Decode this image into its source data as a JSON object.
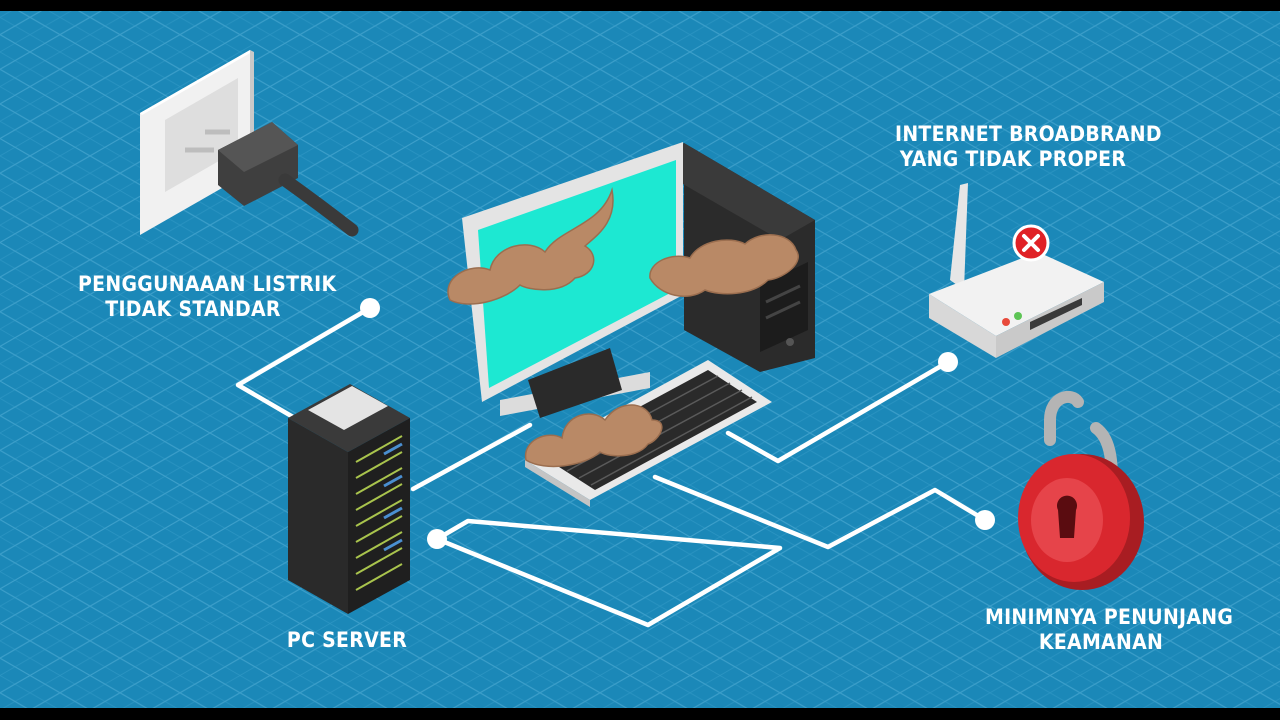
{
  "labels": {
    "power": {
      "line1": "PENGGUNAAAN LISTRIK",
      "line2": "TIDAK STANDAR"
    },
    "internet": {
      "line1": "INTERNET BROADBRAND",
      "line2": "YANG TIDAK PROPER"
    },
    "server": {
      "line1": "PC SERVER"
    },
    "security": {
      "line1": "MINIMNYA PENUNJANG",
      "line2": "KEAMANAN"
    }
  },
  "colors": {
    "background": "#1b88b8",
    "grid": "#3a9cc7",
    "connector": "#ffffff",
    "screen": "#1de8d2",
    "smoke": "#b98966",
    "lock": "#d9272e",
    "router_alert": "#e02126",
    "letterbox": "#000000"
  },
  "icons": [
    "wall-socket-icon",
    "power-plug-icon",
    "desktop-computer-icon",
    "keyboard-icon",
    "smoke-icon",
    "router-icon",
    "x-alert-icon",
    "server-rack-icon",
    "broken-padlock-icon"
  ]
}
